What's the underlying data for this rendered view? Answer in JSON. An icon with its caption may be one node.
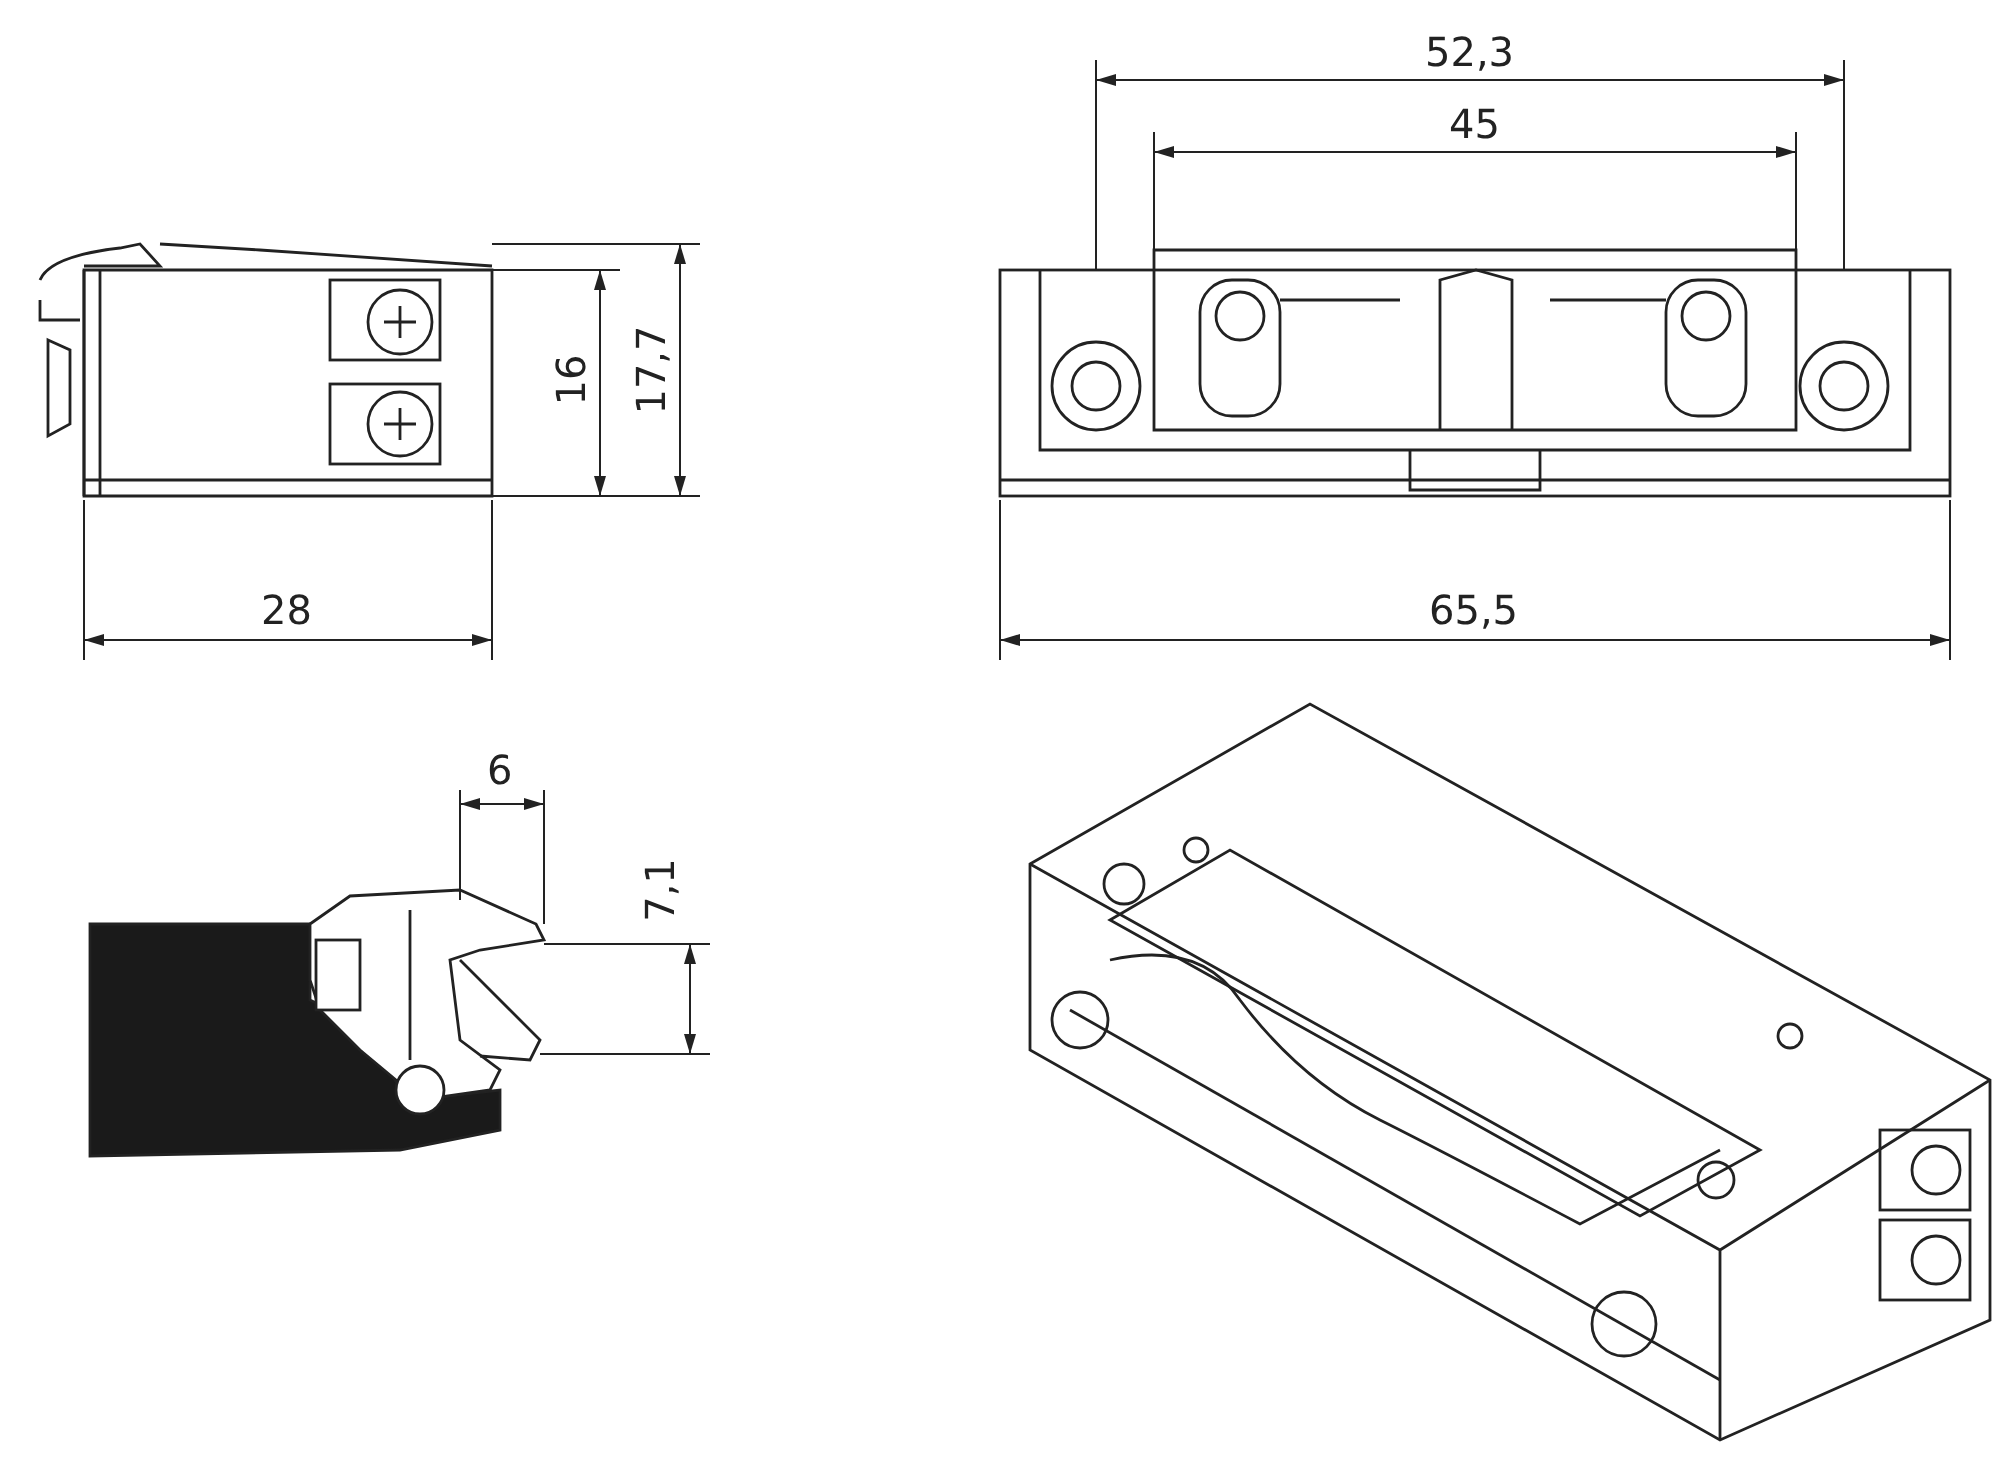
{
  "diagram": {
    "labels": [
      "52,3",
      "45",
      "16",
      "17,7",
      "28",
      "65,5",
      "6",
      "7,1"
    ]
  }
}
